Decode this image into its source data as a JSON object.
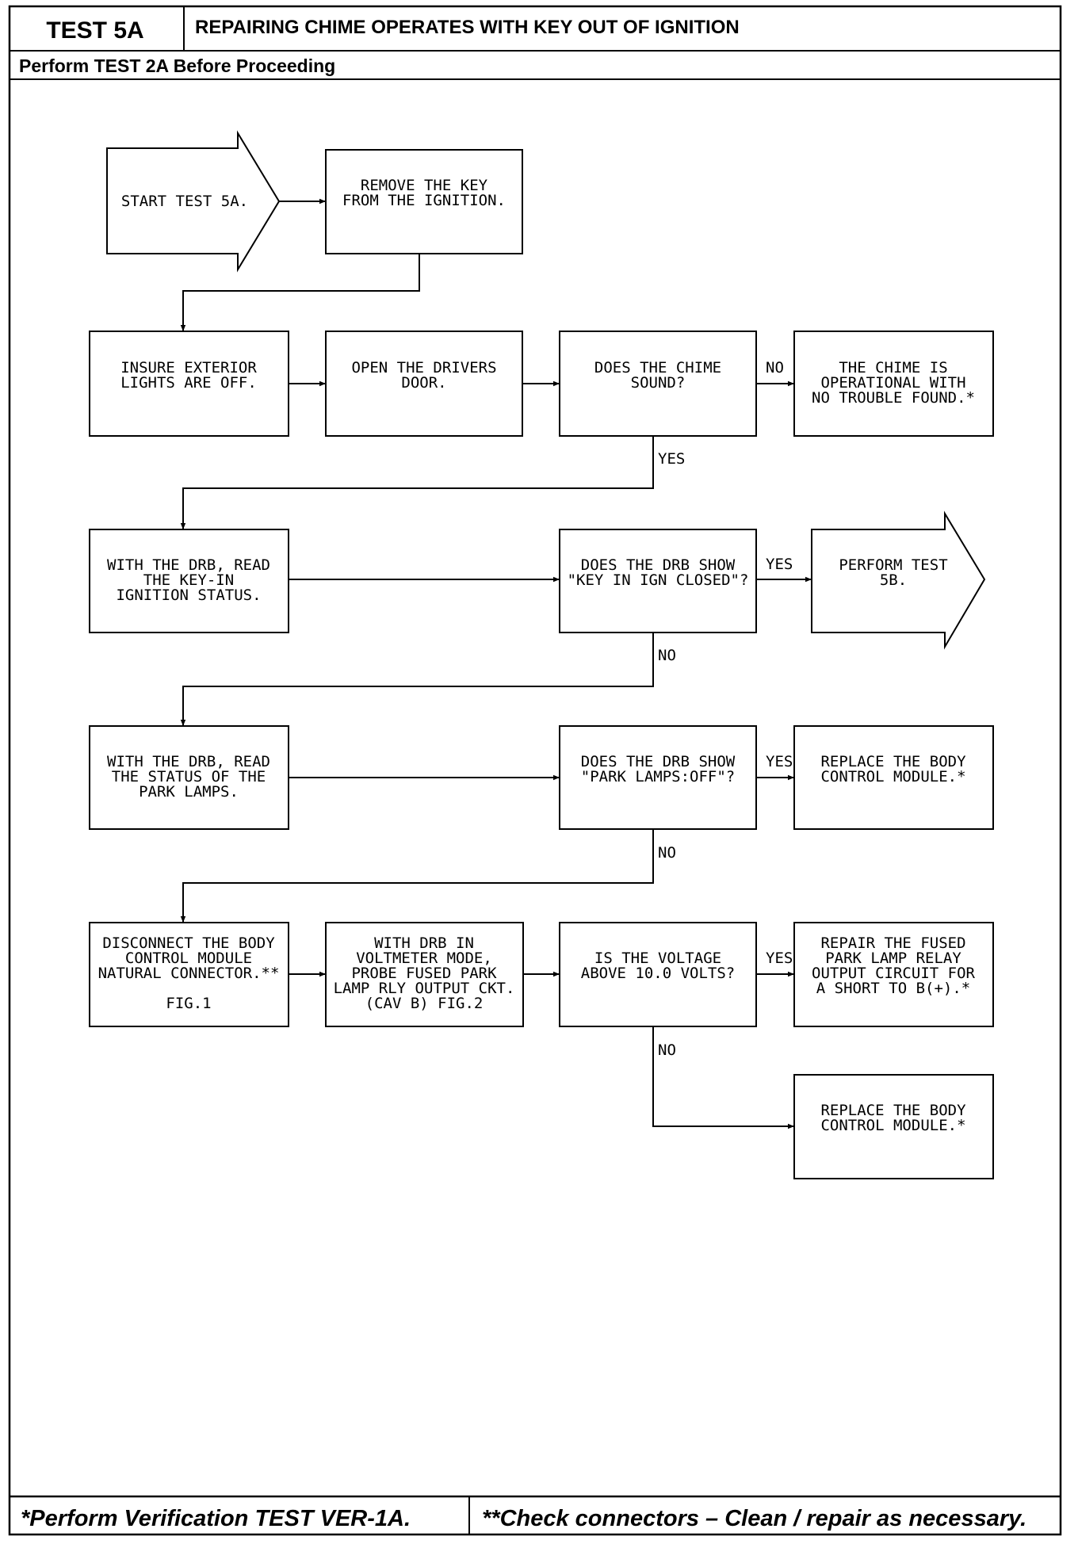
{
  "header": {
    "test_id": "TEST 5A",
    "title": "REPAIRING CHIME OPERATES WITH KEY OUT OF IGNITION",
    "subtitle": "Perform TEST 2A Before Proceeding"
  },
  "nodes": {
    "start": [
      "START TEST 5A."
    ],
    "remove_key": [
      "REMOVE THE KEY",
      "FROM THE IGNITION."
    ],
    "insure_lights": [
      "INSURE EXTERIOR",
      "LIGHTS ARE OFF."
    ],
    "open_door": [
      "OPEN THE DRIVERS",
      "DOOR."
    ],
    "chime_sound": [
      "DOES THE CHIME",
      "SOUND?"
    ],
    "chime_ok": [
      "THE CHIME IS",
      "OPERATIONAL WITH",
      "NO TROUBLE FOUND.*"
    ],
    "read_keyin": [
      "WITH THE DRB, READ",
      "THE KEY-IN",
      "IGNITION STATUS."
    ],
    "drb_keyin": [
      "DOES THE DRB SHOW",
      "\"KEY IN IGN CLOSED\"?"
    ],
    "perform_5b": [
      "PERFORM TEST",
      "5B."
    ],
    "read_park": [
      "WITH THE DRB, READ",
      "THE STATUS OF THE",
      "PARK LAMPS."
    ],
    "drb_park": [
      "DOES THE DRB SHOW",
      "\"PARK LAMPS:OFF\"?"
    ],
    "replace_bcm_1": [
      "REPLACE THE BODY",
      "CONTROL MODULE.*"
    ],
    "disconnect": [
      "DISCONNECT THE BODY",
      "CONTROL MODULE",
      "NATURAL CONNECTOR.**",
      "",
      "FIG.1"
    ],
    "probe": [
      "WITH DRB IN",
      "VOLTMETER MODE,",
      "PROBE FUSED PARK",
      "LAMP RLY OUTPUT CKT.",
      "(CAV B) FIG.2"
    ],
    "voltage_q": [
      "IS THE VOLTAGE",
      "ABOVE 10.0 VOLTS?"
    ],
    "repair_fused": [
      "REPAIR THE FUSED",
      "PARK LAMP RELAY",
      "OUTPUT CIRCUIT FOR",
      "A SHORT TO B(+).*"
    ],
    "replace_bcm_2": [
      "REPLACE THE BODY",
      "CONTROL MODULE.*"
    ]
  },
  "edge_labels": {
    "chime_no": "NO",
    "chime_yes": "YES",
    "keyin_yes": "YES",
    "keyin_no": "NO",
    "park_yes": "YES",
    "park_no": "NO",
    "voltage_yes": "YES",
    "voltage_no": "NO"
  },
  "footer": {
    "left": "*Perform Verification TEST VER-1A.",
    "right": "**Check connectors – Clean / repair as necessary."
  }
}
